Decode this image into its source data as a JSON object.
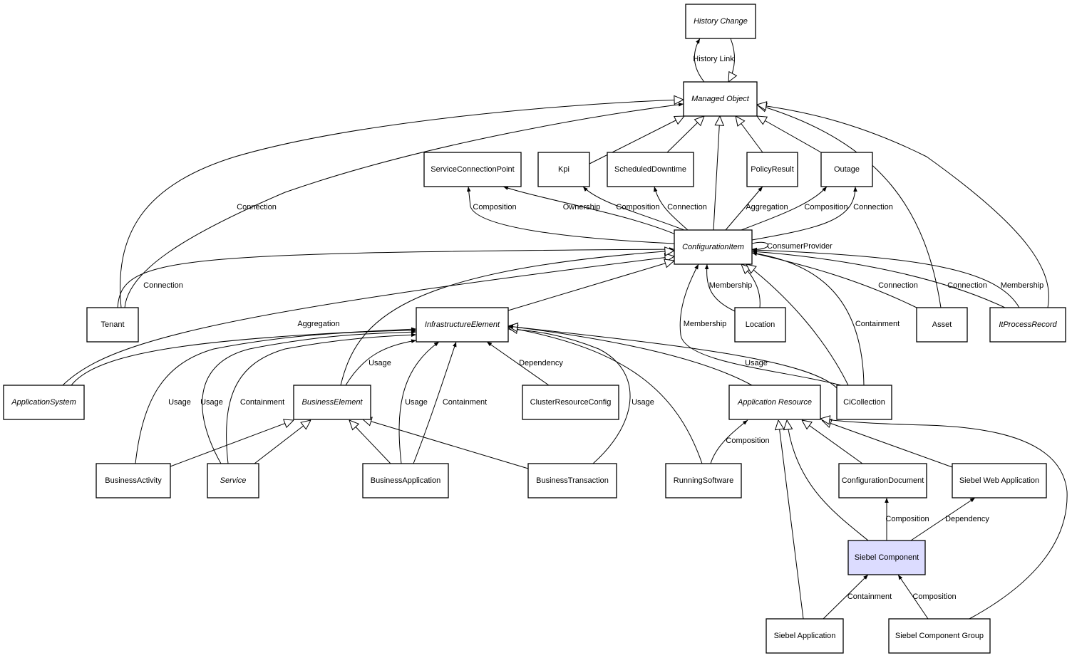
{
  "diagram": {
    "highlight_color": "#dcdcff",
    "nodes": [
      {
        "id": "history_change",
        "label": "History Change",
        "italic": true
      },
      {
        "id": "managed_object",
        "label": "Managed Object",
        "italic": true
      },
      {
        "id": "service_connection_point",
        "label": "ServiceConnectionPoint",
        "italic": false
      },
      {
        "id": "kpi",
        "label": "Kpi",
        "italic": false
      },
      {
        "id": "scheduled_downtime",
        "label": "ScheduledDowntime",
        "italic": false
      },
      {
        "id": "policy_result",
        "label": "PolicyResult",
        "italic": false
      },
      {
        "id": "outage",
        "label": "Outage",
        "italic": false
      },
      {
        "id": "configuration_item",
        "label": "ConfigurationItem",
        "italic": true
      },
      {
        "id": "tenant",
        "label": "Tenant",
        "italic": false
      },
      {
        "id": "infrastructure_element",
        "label": "InfrastructureElement",
        "italic": true
      },
      {
        "id": "location",
        "label": "Location",
        "italic": false
      },
      {
        "id": "asset",
        "label": "Asset",
        "italic": false
      },
      {
        "id": "it_process_record",
        "label": "ItProcessRecord",
        "italic": true
      },
      {
        "id": "application_system",
        "label": "ApplicationSystem",
        "italic": true
      },
      {
        "id": "business_element",
        "label": "BusinessElement",
        "italic": true
      },
      {
        "id": "cluster_resource_config",
        "label": "ClusterResourceConfig",
        "italic": false
      },
      {
        "id": "application_resource",
        "label": "Application Resource",
        "italic": true
      },
      {
        "id": "ci_collection",
        "label": "CiCollection",
        "italic": false
      },
      {
        "id": "business_activity",
        "label": "BusinessActivity",
        "italic": false
      },
      {
        "id": "service",
        "label": "Service",
        "italic": true
      },
      {
        "id": "business_application",
        "label": "BusinessApplication",
        "italic": false
      },
      {
        "id": "business_transaction",
        "label": "BusinessTransaction",
        "italic": false
      },
      {
        "id": "running_software",
        "label": "RunningSoftware",
        "italic": false
      },
      {
        "id": "configuration_document",
        "label": "ConfigurationDocument",
        "italic": false
      },
      {
        "id": "siebel_web_application",
        "label": "Siebel Web Application",
        "italic": false
      },
      {
        "id": "siebel_component",
        "label": "Siebel Component",
        "italic": false,
        "highlighted": true
      },
      {
        "id": "siebel_application",
        "label": "Siebel Application",
        "italic": false
      },
      {
        "id": "siebel_component_group",
        "label": "Siebel Component Group",
        "italic": false
      }
    ],
    "edges": [
      {
        "from": "history_change",
        "to": "managed_object",
        "label": "",
        "kind": "generalization"
      },
      {
        "from": "managed_object",
        "to": "history_change",
        "label": "History Link",
        "kind": "association"
      },
      {
        "from": "tenant",
        "to": "managed_object",
        "label": "",
        "kind": "generalization"
      },
      {
        "from": "tenant",
        "to": "managed_object",
        "label": "Connection",
        "kind": "association"
      },
      {
        "from": "kpi",
        "to": "managed_object",
        "label": "",
        "kind": "generalization"
      },
      {
        "from": "scheduled_downtime",
        "to": "managed_object",
        "label": "",
        "kind": "generalization"
      },
      {
        "from": "configuration_item",
        "to": "managed_object",
        "label": "",
        "kind": "generalization"
      },
      {
        "from": "policy_result",
        "to": "managed_object",
        "label": "",
        "kind": "generalization"
      },
      {
        "from": "outage",
        "to": "managed_object",
        "label": "",
        "kind": "generalization"
      },
      {
        "from": "asset",
        "to": "managed_object",
        "label": "",
        "kind": "generalization"
      },
      {
        "from": "it_process_record",
        "to": "managed_object",
        "label": "",
        "kind": "generalization"
      },
      {
        "from": "configuration_item",
        "to": "service_connection_point",
        "label": "Composition",
        "kind": "association"
      },
      {
        "from": "configuration_item",
        "to": "service_connection_point",
        "label": "Ownership",
        "kind": "association"
      },
      {
        "from": "configuration_item",
        "to": "kpi",
        "label": "Composition",
        "kind": "association"
      },
      {
        "from": "configuration_item",
        "to": "scheduled_downtime",
        "label": "Connection",
        "kind": "association"
      },
      {
        "from": "configuration_item",
        "to": "policy_result",
        "label": "Aggregation",
        "kind": "association"
      },
      {
        "from": "configuration_item",
        "to": "outage",
        "label": "Composition",
        "kind": "association"
      },
      {
        "from": "configuration_item",
        "to": "outage",
        "label": "Connection",
        "kind": "association"
      },
      {
        "from": "configuration_item",
        "to": "configuration_item",
        "label": "ConsumerProvider",
        "kind": "association"
      },
      {
        "from": "tenant",
        "to": "configuration_item",
        "label": "Connection",
        "kind": "association"
      },
      {
        "from": "application_system",
        "to": "configuration_item",
        "label": "",
        "kind": "generalization"
      },
      {
        "from": "application_system",
        "to": "infrastructure_element",
        "label": "Aggregation",
        "kind": "association"
      },
      {
        "from": "infrastructure_element",
        "to": "configuration_item",
        "label": "",
        "kind": "generalization"
      },
      {
        "from": "business_element",
        "to": "configuration_item",
        "label": "",
        "kind": "generalization"
      },
      {
        "from": "location",
        "to": "configuration_item",
        "label": "Membership",
        "kind": "association"
      },
      {
        "from": "location",
        "to": "configuration_item",
        "label": "",
        "kind": "generalization"
      },
      {
        "from": "ci_collection",
        "to": "configuration_item",
        "label": "Membership",
        "kind": "association"
      },
      {
        "from": "ci_collection",
        "to": "configuration_item",
        "label": "",
        "kind": "generalization"
      },
      {
        "from": "ci_collection",
        "to": "configuration_item",
        "label": "Containment",
        "kind": "association"
      },
      {
        "from": "asset",
        "to": "configuration_item",
        "label": "Connection",
        "kind": "association"
      },
      {
        "from": "it_process_record",
        "to": "configuration_item",
        "label": "Connection",
        "kind": "association"
      },
      {
        "from": "it_process_record",
        "to": "configuration_item",
        "label": "Membership",
        "kind": "association"
      },
      {
        "from": "business_activity",
        "to": "infrastructure_element",
        "label": "Usage",
        "kind": "association"
      },
      {
        "from": "service",
        "to": "infrastructure_element",
        "label": "Usage",
        "kind": "association"
      },
      {
        "from": "service",
        "to": "infrastructure_element",
        "label": "Containment",
        "kind": "association"
      },
      {
        "from": "business_element",
        "to": "infrastructure_element",
        "label": "Usage",
        "kind": "association"
      },
      {
        "from": "business_application",
        "to": "infrastructure_element",
        "label": "Usage",
        "kind": "association"
      },
      {
        "from": "business_application",
        "to": "infrastructure_element",
        "label": "Containment",
        "kind": "association"
      },
      {
        "from": "cluster_resource_config",
        "to": "infrastructure_element",
        "label": "Dependency",
        "kind": "association"
      },
      {
        "from": "business_transaction",
        "to": "infrastructure_element",
        "label": "Usage",
        "kind": "association"
      },
      {
        "from": "running_software",
        "to": "infrastructure_element",
        "label": "",
        "kind": "generalization"
      },
      {
        "from": "application_resource",
        "to": "infrastructure_element",
        "label": "",
        "kind": "generalization"
      },
      {
        "from": "ci_collection",
        "to": "infrastructure_element",
        "label": "Usage",
        "kind": "association"
      },
      {
        "from": "business_activity",
        "to": "business_element",
        "label": "",
        "kind": "generalization"
      },
      {
        "from": "service",
        "to": "business_element",
        "label": "",
        "kind": "generalization"
      },
      {
        "from": "business_application",
        "to": "business_element",
        "label": "",
        "kind": "generalization"
      },
      {
        "from": "business_transaction",
        "to": "business_element",
        "label": "",
        "kind": "generalization"
      },
      {
        "from": "running_software",
        "to": "application_resource",
        "label": "Composition",
        "kind": "association"
      },
      {
        "from": "configuration_document",
        "to": "application_resource",
        "label": "",
        "kind": "generalization"
      },
      {
        "from": "siebel_web_application",
        "to": "application_resource",
        "label": "",
        "kind": "generalization"
      },
      {
        "from": "siebel_component",
        "to": "application_resource",
        "label": "",
        "kind": "generalization"
      },
      {
        "from": "siebel_application",
        "to": "application_resource",
        "label": "",
        "kind": "generalization"
      },
      {
        "from": "siebel_component_group",
        "to": "application_resource",
        "label": "",
        "kind": "generalization"
      },
      {
        "from": "siebel_component",
        "to": "configuration_document",
        "label": "Composition",
        "kind": "association"
      },
      {
        "from": "siebel_component",
        "to": "siebel_web_application",
        "label": "Dependency",
        "kind": "association"
      },
      {
        "from": "siebel_application",
        "to": "siebel_component",
        "label": "Containment",
        "kind": "association"
      },
      {
        "from": "siebel_component_group",
        "to": "siebel_component",
        "label": "Composition",
        "kind": "association"
      }
    ]
  }
}
